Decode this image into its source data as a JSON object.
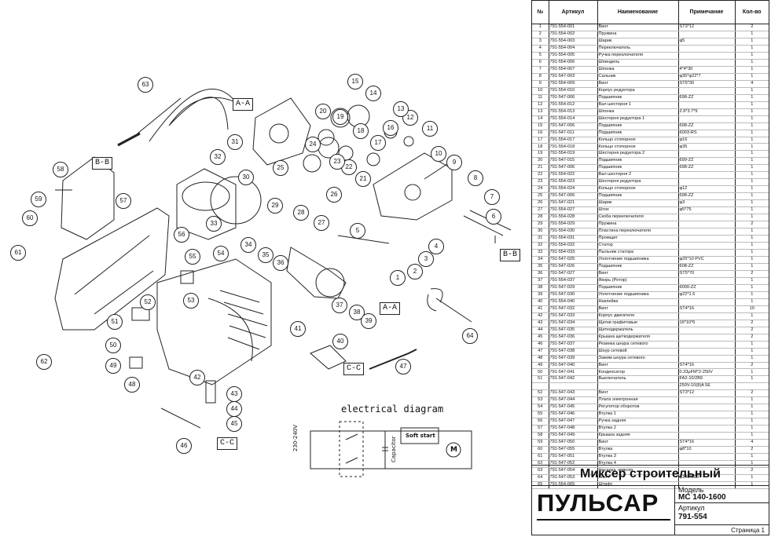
{
  "table": {
    "headers": {
      "no": "№",
      "article": "Артикул",
      "name": "Наименование",
      "note": "Примечание",
      "qty": "Кол-во"
    },
    "rows": [
      [
        "1",
        "791-554-001",
        "Винт",
        "ST3*12",
        "2"
      ],
      [
        "2",
        "791-554-002",
        "Пружина",
        "",
        "1"
      ],
      [
        "3",
        "791-554-003",
        "Шарик",
        "φ5",
        "1"
      ],
      [
        "4",
        "791-554-004",
        "Переключатель",
        "",
        "1"
      ],
      [
        "5",
        "791-554-005",
        "Ручка переключателя",
        "",
        "1"
      ],
      [
        "6",
        "791-554-006",
        "Шпиндель",
        "",
        "1"
      ],
      [
        "7",
        "791-554-007",
        "Шпонка",
        "4*4*30",
        "1"
      ],
      [
        "8",
        "791-547-003",
        "Сальник",
        "φ35*φ22*7",
        "1"
      ],
      [
        "9",
        "791-554-009",
        "Винт",
        "ST5*30",
        "4"
      ],
      [
        "10",
        "791-554-010",
        "Корпус редуктора",
        "",
        "1"
      ],
      [
        "11",
        "791-547-006",
        "Подшипник",
        "698-ZZ",
        "1"
      ],
      [
        "12",
        "791-554-012",
        "Вал шестерня 1",
        "",
        "1"
      ],
      [
        "13",
        "791-554-013",
        "Шпонка",
        "2.9*3.7*9",
        "1"
      ],
      [
        "14",
        "791-554-014",
        "Шестерня редуктора 1",
        "",
        "1"
      ],
      [
        "15",
        "791-547-006",
        "Подшипник",
        "698-ZZ",
        "1"
      ],
      [
        "16",
        "791-547-011",
        "Подшипник",
        "6003-RS",
        "1"
      ],
      [
        "17",
        "791-554-017",
        "Кольцо стопорное",
        "φ16",
        "1"
      ],
      [
        "18",
        "791-554-018",
        "Кольцо стопорное",
        "φ35",
        "1"
      ],
      [
        "19",
        "791-554-019",
        "Шестерня редуктора 2",
        "",
        "1"
      ],
      [
        "20",
        "791-547-015",
        "Подшипник",
        "699-ZZ",
        "1"
      ],
      [
        "21",
        "791-547-006",
        "Подшипник",
        "698-ZZ",
        "1"
      ],
      [
        "22",
        "791-554-022",
        "Вал шестерня 2",
        "",
        "1"
      ],
      [
        "23",
        "791-554-023",
        "Шестерня редуктора",
        "",
        "1"
      ],
      [
        "24",
        "791-554-024",
        "Кольцо стопорное",
        "φ12",
        "1"
      ],
      [
        "25",
        "791-547-006",
        "Подшипник",
        "698-ZZ",
        "1"
      ],
      [
        "26",
        "791-547-021",
        "Шарик",
        "φ3",
        "1"
      ],
      [
        "27",
        "791-554-027",
        "Шток",
        "φ5*75",
        "1"
      ],
      [
        "28",
        "791-554-028",
        "Скоба переключателя",
        "",
        "1"
      ],
      [
        "29",
        "791-554-029",
        "Пружина",
        "",
        "2"
      ],
      [
        "30",
        "791-554-030",
        "Пластина переключателя",
        "",
        "1"
      ],
      [
        "31",
        "791-554-031",
        "Промщит",
        "",
        "1"
      ],
      [
        "32",
        "791-554-032",
        "Статор",
        "",
        "1"
      ],
      [
        "33",
        "791-554-033",
        "Пыльник статора",
        "",
        "1"
      ],
      [
        "34",
        "791-547-025",
        "Уплотнение подшипника",
        "φ25*10 PVC",
        "1"
      ],
      [
        "35",
        "791-547-026",
        "Подшипник",
        "608-ZZ",
        "1"
      ],
      [
        "36",
        "791-547-027",
        "Винт",
        "ST5*70",
        "2"
      ],
      [
        "37",
        "791-554-037",
        "Якорь (Ротор)",
        "",
        "1"
      ],
      [
        "38",
        "791-547-029",
        "Подшипник",
        "6000-ZZ",
        "1"
      ],
      [
        "39",
        "791-547-030",
        "Уплотнение подшипника",
        "φ22*1.5",
        "1"
      ],
      [
        "40",
        "791-554-040",
        "Наклейка",
        "",
        "1"
      ],
      [
        "41",
        "791-547-032",
        "Винт",
        "ST4*16",
        "10"
      ],
      [
        "42",
        "791-547-033",
        "Корпус двигателя",
        "",
        "1"
      ],
      [
        "43",
        "791-547-034",
        "Щетки графитовые",
        "16*10*6",
        "2"
      ],
      [
        "44",
        "791-547-035",
        "Щеткодержатель",
        "",
        "2"
      ],
      [
        "45",
        "791-547-036",
        "Крышка щеткодержателя",
        "",
        "2"
      ],
      [
        "46",
        "791-547-037",
        "Резинка шнура сетевого",
        "",
        "1"
      ],
      [
        "47",
        "791-547-038",
        "Шнур сетевой",
        "",
        "1"
      ],
      [
        "48",
        "791-547-039",
        "Зажим шнура сетевого",
        "",
        "1"
      ],
      [
        "49",
        "791-547-040",
        "Винт",
        "ST4*16",
        "2"
      ],
      [
        "50",
        "791-547-041",
        "Конденсатор",
        "0.33μFM*2-250V",
        "1"
      ],
      [
        "51",
        "791-547-042",
        "Выключатель",
        "FA2-10/2B9",
        "1"
      ],
      [
        "",
        "",
        "",
        "250V-10(8)A 5E",
        ""
      ],
      [
        "52",
        "791-547-043",
        "Винт",
        "ST3*12",
        "2"
      ],
      [
        "53",
        "791-547-044",
        "Плата электронная",
        "",
        "1"
      ],
      [
        "54",
        "791-547-045",
        "Регулятор оборотов",
        "",
        "1"
      ],
      [
        "55",
        "791-547-046",
        "Втулка 1",
        "",
        "1"
      ],
      [
        "56",
        "791-547-047",
        "Ручка задняя",
        "",
        "1"
      ],
      [
        "57",
        "791-547-048",
        "Втулка 2",
        "",
        "1"
      ],
      [
        "58",
        "791-547-049",
        "Крышка задняя",
        "",
        "1"
      ],
      [
        "59",
        "791-547-050",
        "Винт",
        "ST4*16",
        "4"
      ],
      [
        "60",
        "791-547-055",
        "Втулка",
        "φ8*10",
        "2"
      ],
      [
        "61",
        "791-547-051",
        "Втулка 3",
        "",
        "1"
      ],
      [
        "62",
        "791-547-052",
        "Втулка 4",
        "",
        "1"
      ],
      [
        "63",
        "791-547-054",
        "Насадка -миксер",
        "",
        "2"
      ],
      [
        "64",
        "791-547-053",
        "Ключ",
        "φ140*600",
        "1"
      ],
      [
        "65",
        "791-554-065",
        "Штифт",
        "",
        "1"
      ]
    ]
  },
  "title_block": {
    "product_name": "Миксер строительный",
    "brand": "ПУЛЬСАР",
    "model_label": "Модель",
    "model_value": "МС 140-1600",
    "article_label": "Артикул",
    "article_value": "791-554",
    "page": "Страница 1"
  },
  "drawing": {
    "section_tags": {
      "aa": "A-A",
      "bb": "B-B",
      "cc": "C-C"
    },
    "electrical": {
      "title": "electrical diagram",
      "voltage": "230-240V",
      "capacitor": "Capacitor",
      "soft_start": "Soft start",
      "motor": "M"
    },
    "callouts": [
      "1",
      "2",
      "3",
      "4",
      "5",
      "6",
      "7",
      "8",
      "9",
      "10",
      "11",
      "12",
      "13",
      "14",
      "15",
      "16",
      "17",
      "18",
      "19",
      "20",
      "21",
      "22",
      "23",
      "24",
      "25",
      "26",
      "27",
      "28",
      "29",
      "30",
      "31",
      "32",
      "33",
      "34",
      "35",
      "36",
      "37",
      "38",
      "39",
      "40",
      "41",
      "42",
      "43",
      "44",
      "45",
      "46",
      "47",
      "48",
      "49",
      "50",
      "51",
      "52",
      "53",
      "54",
      "55",
      "56",
      "57",
      "58",
      "59",
      "60",
      "61",
      "62",
      "63",
      "64"
    ]
  }
}
